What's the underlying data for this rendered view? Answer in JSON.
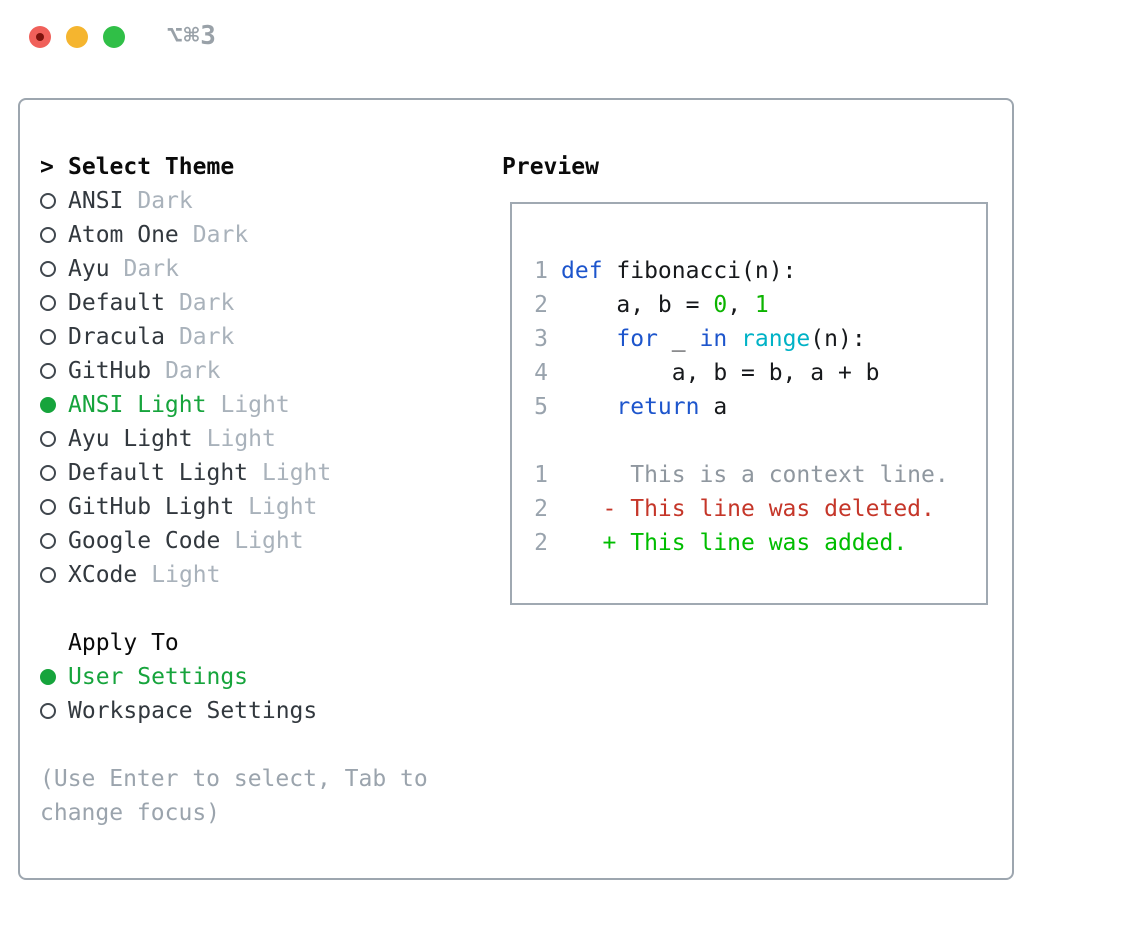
{
  "window": {
    "title_shortcut": "⌥⌘3"
  },
  "theme_picker": {
    "prompt": ">",
    "title": "Select Theme",
    "items": [
      {
        "name": "ANSI",
        "tag": "Dark",
        "selected": false
      },
      {
        "name": "Atom One",
        "tag": "Dark",
        "selected": false
      },
      {
        "name": "Ayu",
        "tag": "Dark",
        "selected": false
      },
      {
        "name": "Default",
        "tag": "Dark",
        "selected": false
      },
      {
        "name": "Dracula",
        "tag": "Dark",
        "selected": false
      },
      {
        "name": "GitHub",
        "tag": "Dark",
        "selected": false
      },
      {
        "name": "ANSI Light",
        "tag": "Light",
        "selected": true
      },
      {
        "name": "Ayu Light",
        "tag": "Light",
        "selected": false
      },
      {
        "name": "Default Light",
        "tag": "Light",
        "selected": false
      },
      {
        "name": "GitHub Light",
        "tag": "Light",
        "selected": false
      },
      {
        "name": "Google Code",
        "tag": "Light",
        "selected": false
      },
      {
        "name": "XCode",
        "tag": "Light",
        "selected": false
      }
    ],
    "apply_to": {
      "title": "Apply To",
      "options": [
        {
          "label": "User Settings",
          "selected": true
        },
        {
          "label": "Workspace Settings",
          "selected": false
        }
      ]
    },
    "help_text": "(Use Enter to select, Tab to change focus)"
  },
  "preview": {
    "title": "Preview",
    "code": [
      {
        "num": "1",
        "tokens": [
          {
            "t": "def",
            "c": "keyword"
          },
          {
            "t": " fibonacci(n):",
            "c": "plain"
          }
        ]
      },
      {
        "num": "2",
        "tokens": [
          {
            "t": "    a, b = ",
            "c": "plain"
          },
          {
            "t": "0",
            "c": "number"
          },
          {
            "t": ", ",
            "c": "plain"
          },
          {
            "t": "1",
            "c": "number"
          }
        ]
      },
      {
        "num": "3",
        "tokens": [
          {
            "t": "    ",
            "c": "plain"
          },
          {
            "t": "for",
            "c": "keyword"
          },
          {
            "t": " _ ",
            "c": "plain"
          },
          {
            "t": "in",
            "c": "keyword"
          },
          {
            "t": " ",
            "c": "plain"
          },
          {
            "t": "range",
            "c": "builtin"
          },
          {
            "t": "(n):",
            "c": "plain"
          }
        ]
      },
      {
        "num": "4",
        "tokens": [
          {
            "t": "        a, b = b, a + b",
            "c": "plain"
          }
        ]
      },
      {
        "num": "5",
        "tokens": [
          {
            "t": "    ",
            "c": "plain"
          },
          {
            "t": "return",
            "c": "keyword"
          },
          {
            "t": " a",
            "c": "plain"
          }
        ]
      }
    ],
    "diff": [
      {
        "num": "1",
        "text": "     This is a context line.",
        "type": "context"
      },
      {
        "num": "2",
        "text": "   - This line was deleted.",
        "type": "deleted"
      },
      {
        "num": "2",
        "text": "   + This line was added.",
        "type": "added"
      }
    ]
  },
  "colors": {
    "selected_green": "#16a43c",
    "keyword_blue": "#1d55cc",
    "builtin_cyan": "#00b2c6",
    "number_green": "#0cb400",
    "added_green": "#00bd00",
    "deleted_red": "#c53629",
    "muted_gray": "#9ba4ad",
    "border_gray": "#9da6af",
    "traffic_red": "#f0605a",
    "traffic_yellow": "#f5b52f",
    "traffic_green": "#30bf47"
  }
}
